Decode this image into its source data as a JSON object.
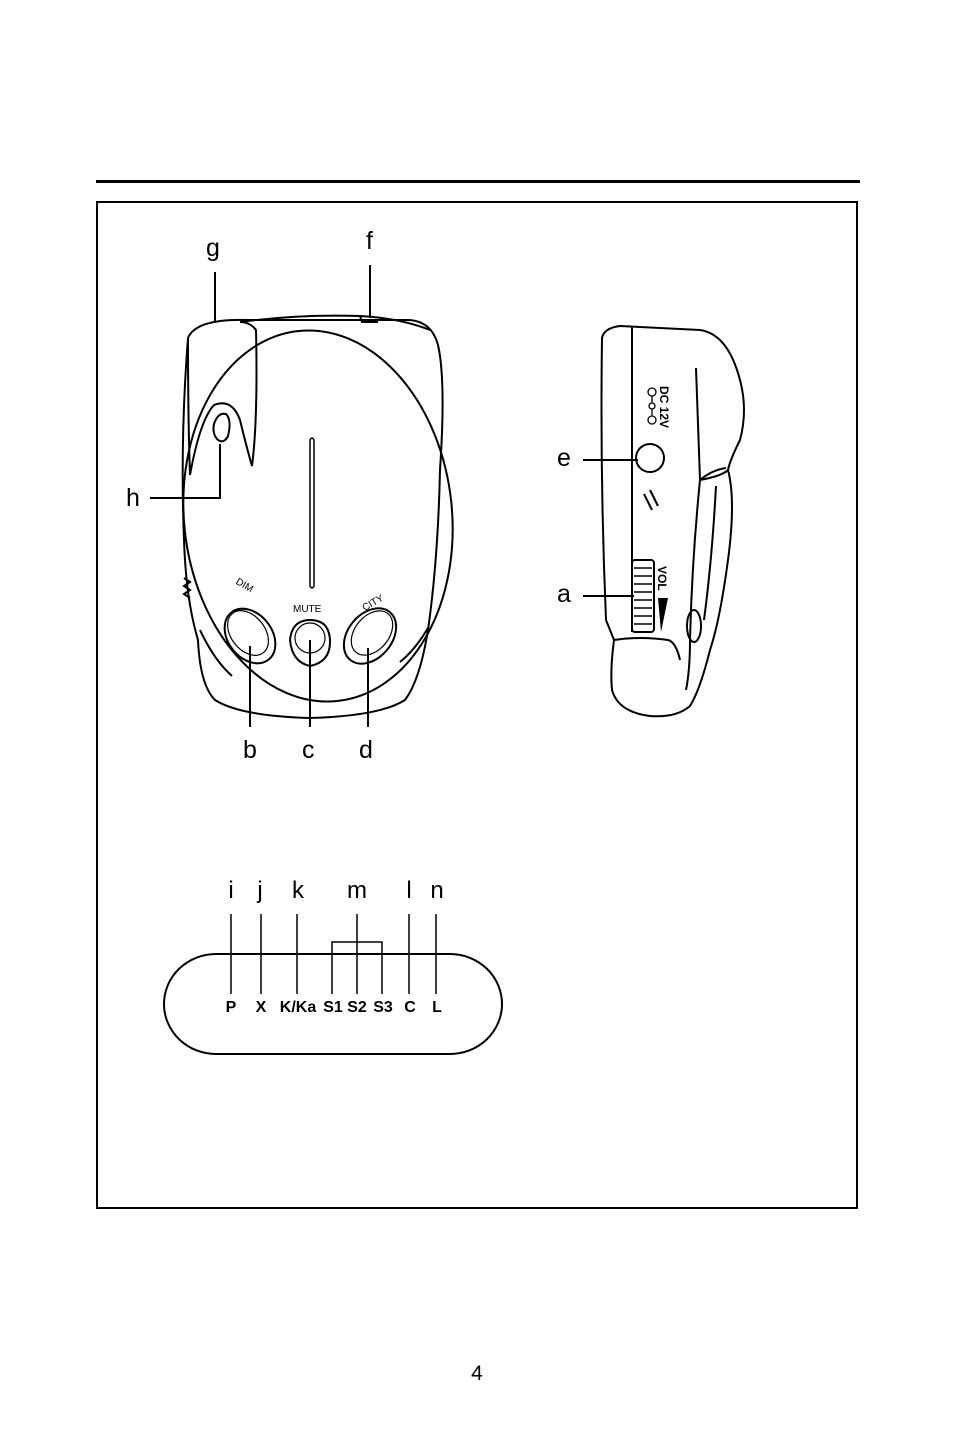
{
  "front_view": {
    "buttons": {
      "dim": "DIM",
      "mute": "MUTE",
      "city": "CITY"
    },
    "callouts": {
      "b": "b",
      "c": "c",
      "d": "d",
      "f": "f",
      "g": "g",
      "h": "h"
    }
  },
  "side_view": {
    "power_jack_label": "DC 12V",
    "volume_label": "VOL",
    "callouts": {
      "a": "a",
      "e": "e"
    }
  },
  "indicator_panel": {
    "indicators": [
      "P",
      "X",
      "K/Ka",
      "S1",
      "S2",
      "S3",
      "C",
      "L"
    ],
    "callouts": {
      "i": "i",
      "j": "j",
      "k": "k",
      "m": "m",
      "l": "l",
      "n": "n"
    }
  },
  "page_number": "4"
}
